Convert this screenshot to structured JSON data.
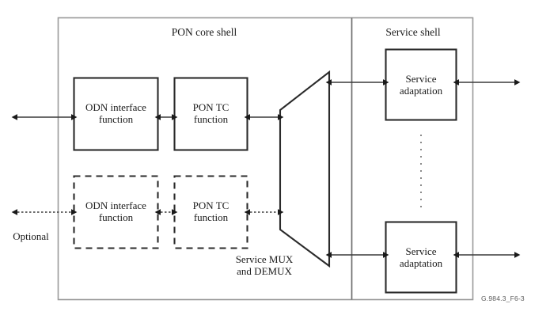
{
  "figure": {
    "caption_tag": "G.984.3_F6-3",
    "stroke_color": "#2b2b2b",
    "frame_color": "#9a9a9a",
    "background": "#ffffff"
  },
  "frame": {
    "outer_border_name": "diagram-outer-frame",
    "divider_name": "shell-divider"
  },
  "shells": [
    {
      "id": "pon-core-shell",
      "title": "PON core shell"
    },
    {
      "id": "service-shell",
      "title": "Service shell"
    }
  ],
  "blocks": [
    {
      "id": "odn-interface-function-primary",
      "label": "ODN interface\nfunction",
      "style": "solid"
    },
    {
      "id": "pon-tc-function-primary",
      "label": "PON TC\nfunction",
      "style": "solid"
    },
    {
      "id": "odn-interface-function-optional",
      "label": "ODN interface\nfunction",
      "style": "dashed"
    },
    {
      "id": "pon-tc-function-optional",
      "label": "PON TC\nfunction",
      "style": "dashed"
    },
    {
      "id": "service-adaptation-top",
      "label": "Service\nadaptation",
      "style": "solid"
    },
    {
      "id": "service-adaptation-bottom",
      "label": "Service\nadaptation",
      "style": "solid"
    }
  ],
  "mux": {
    "id": "service-mux-demux",
    "label": "Service MUX\nand DEMUX",
    "shape": "trapezoid"
  },
  "annotations": {
    "optional_label": "Optional",
    "vertical_ellipsis": "dotted-vertical-ellipsis"
  },
  "connectors": [
    {
      "id": "external-left-primary",
      "style": "solid",
      "heads": "double"
    },
    {
      "id": "odn-to-pontc-primary",
      "style": "solid",
      "heads": "double"
    },
    {
      "id": "pontc-to-mux-primary",
      "style": "solid",
      "heads": "double"
    },
    {
      "id": "external-left-optional",
      "style": "dotted",
      "heads": "double"
    },
    {
      "id": "odn-to-pontc-optional",
      "style": "dotted",
      "heads": "double"
    },
    {
      "id": "pontc-to-mux-optional",
      "style": "dotted",
      "heads": "double"
    },
    {
      "id": "mux-to-service-adaptation-top",
      "style": "solid",
      "heads": "double"
    },
    {
      "id": "service-adaptation-top-to-external",
      "style": "solid",
      "heads": "double"
    },
    {
      "id": "mux-to-service-adaptation-bottom",
      "style": "solid",
      "heads": "double"
    },
    {
      "id": "service-adaptation-bottom-to-external",
      "style": "solid",
      "heads": "double"
    }
  ]
}
